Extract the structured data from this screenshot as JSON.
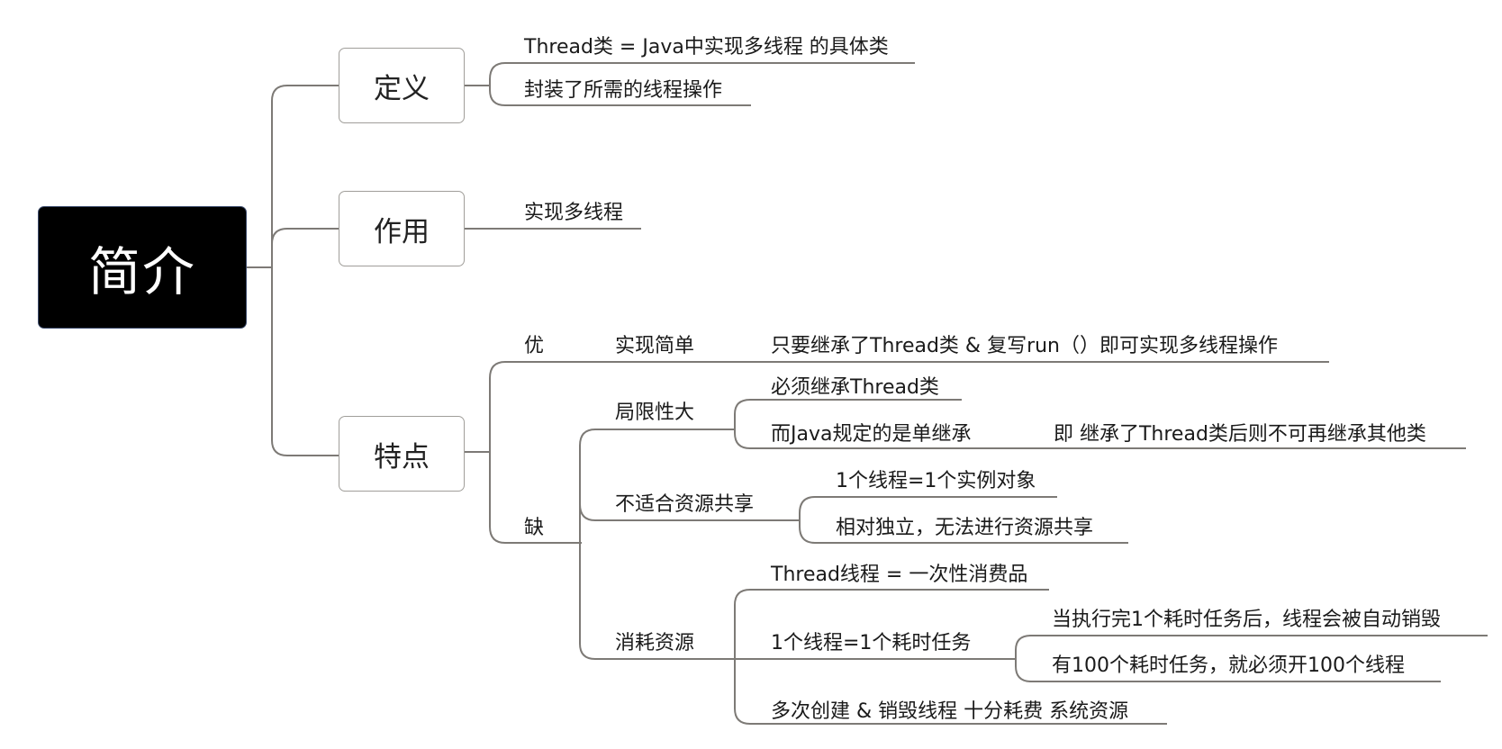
{
  "root": {
    "label": "简介"
  },
  "definition": {
    "label": "定义",
    "items": [
      "Thread类 = Java中实现多线程 的具体类",
      "封装了所需的线程操作"
    ]
  },
  "purpose": {
    "label": "作用",
    "items": [
      "实现多线程"
    ]
  },
  "features": {
    "label": "特点",
    "pro": {
      "label": "优",
      "title": "实现简单",
      "detail": "只要继承了Thread类 & 复写run（）即可实现多线程操作"
    },
    "con": {
      "label": "缺",
      "limits": {
        "title": "局限性大",
        "items": [
          "必须继承Thread类",
          "而Java规定的是单继承"
        ],
        "consequence": "即 继承了Thread类后则不可再继承其他类"
      },
      "no_sharing": {
        "title": "不适合资源共享",
        "items": [
          "1个线程=1个实例对象",
          "相对独立，无法进行资源共享"
        ]
      },
      "consume": {
        "title": "消耗资源",
        "items": [
          "Thread线程 = 一次性消费品",
          "1个线程=1个耗时任务",
          "多次创建 & 销毁线程 十分耗费 系统资源"
        ],
        "task_details": [
          "当执行完1个耗时任务后，线程会被自动销毁",
          "有100个耗时任务，就必须开100个线程"
        ]
      }
    }
  }
}
